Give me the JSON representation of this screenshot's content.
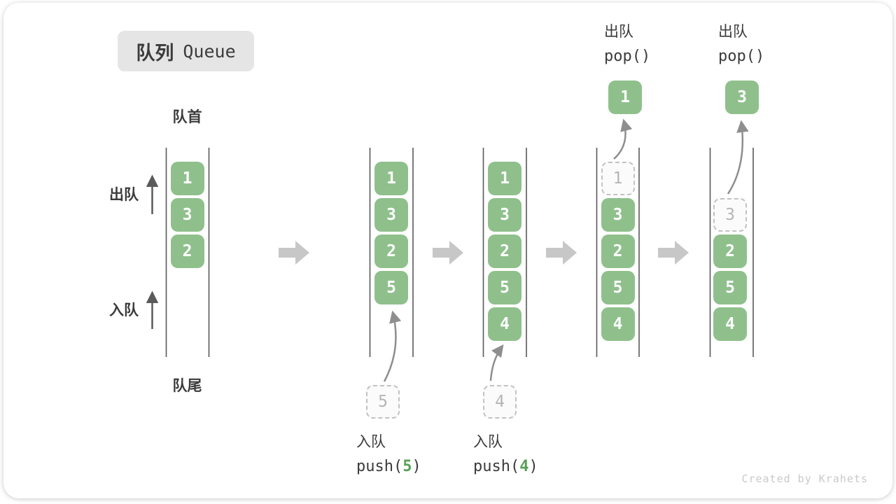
{
  "title": {
    "zh": "队列",
    "en": "Queue"
  },
  "labels": {
    "front": "队首",
    "rear": "队尾",
    "dequeue": "出队",
    "enqueue": "入队"
  },
  "watermark": "Created by Krahets",
  "colors": {
    "green": "#8FC08C",
    "green_text": "#56a156",
    "ghost_border": "#c2c2c2",
    "ghost_fill": "#fbfbfb",
    "ghost_text": "#b5b5b5",
    "line": "#595959",
    "block_arrow": "#c7c7c7",
    "curve_arrow": "#8e8e8e",
    "side_arrow": "#5a5a5a",
    "text": "#3b3b3b",
    "badge_bg": "#e5e5e5",
    "watermark": "#c9c9c9",
    "card_bg": "#ffffff"
  },
  "states": [
    {
      "cells": [
        {
          "slot": 0,
          "v": "1"
        },
        {
          "slot": 1,
          "v": "3"
        },
        {
          "slot": 2,
          "v": "2"
        }
      ]
    },
    {
      "cells": [
        {
          "slot": 0,
          "v": "1"
        },
        {
          "slot": 1,
          "v": "3"
        },
        {
          "slot": 2,
          "v": "2"
        },
        {
          "slot": 3,
          "v": "5"
        }
      ],
      "staging": "5",
      "op": {
        "zh": "入队",
        "code_pre": "push(",
        "arg": "5",
        "code_post": ")"
      }
    },
    {
      "cells": [
        {
          "slot": 0,
          "v": "1"
        },
        {
          "slot": 1,
          "v": "3"
        },
        {
          "slot": 2,
          "v": "2"
        },
        {
          "slot": 3,
          "v": "5"
        },
        {
          "slot": 4,
          "v": "4"
        }
      ],
      "staging": "4",
      "op": {
        "zh": "入队",
        "code_pre": "push(",
        "arg": "4",
        "code_post": ")"
      }
    },
    {
      "cells": [
        {
          "slot": 0,
          "v": "1",
          "ghost": true
        },
        {
          "slot": 1,
          "v": "3"
        },
        {
          "slot": 2,
          "v": "2"
        },
        {
          "slot": 3,
          "v": "5"
        },
        {
          "slot": 4,
          "v": "4"
        }
      ],
      "popped": "1",
      "op": {
        "zh": "出队",
        "code": "pop()"
      }
    },
    {
      "cells": [
        {
          "slot": 1,
          "v": "3",
          "ghost": true
        },
        {
          "slot": 2,
          "v": "2"
        },
        {
          "slot": 3,
          "v": "5"
        },
        {
          "slot": 4,
          "v": "4"
        }
      ],
      "popped": "3",
      "op": {
        "zh": "出队",
        "code": "pop()"
      }
    }
  ]
}
